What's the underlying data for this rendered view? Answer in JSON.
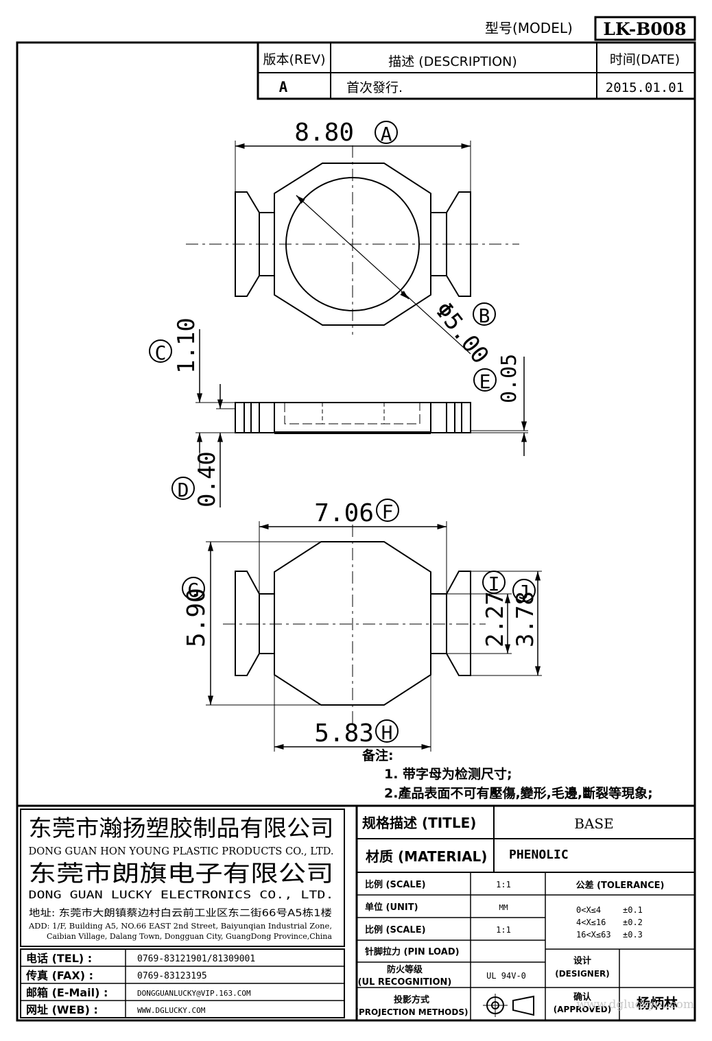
{
  "header": {
    "model_label": "型号(MODEL)",
    "model_value": "LK-B008",
    "rev_label": "版本(REV)",
    "desc_label": "描述 (DESCRIPTION)",
    "date_label": "时间(DATE)",
    "rev_value": "A",
    "desc_value": "首次發行.",
    "date_value": "2015.01.01"
  },
  "dimensions": {
    "a": {
      "value": "8.80",
      "tag": "A"
    },
    "b": {
      "value": "Φ5.00",
      "tag": "B"
    },
    "c": {
      "value": "1.10",
      "tag": "C"
    },
    "d": {
      "value": "0.40",
      "tag": "D"
    },
    "e": {
      "value": "0.05",
      "tag": "E"
    },
    "f": {
      "value": "7.06",
      "tag": "F"
    },
    "g": {
      "value": "5.90",
      "tag": "G"
    },
    "h": {
      "value": "5.83",
      "tag": "H"
    },
    "i": {
      "value": "2.27",
      "tag": "I"
    },
    "j": {
      "value": "3.78",
      "tag": "J"
    }
  },
  "notes": {
    "title": "备注:",
    "line1": "1. 带字母为检测尺寸;",
    "line2": "2.產品表面不可有壓傷,變形,毛邊,斷裂等現象;"
  },
  "company": {
    "name_cn_1": "东莞市瀚扬塑胶制品有限公司",
    "name_en_1": "DONG GUAN HON YOUNG PLASTIC PRODUCTS CO., LTD.",
    "name_cn_2": "东莞市朗旗电子有限公司",
    "name_en_2": "DONG GUAN LUCKY ELECTRONICS CO., LTD.",
    "addr_cn": "地址: 东莞市大朗镇蔡边村白云前工业区东二街66号A5栋1楼",
    "addr_en_1": "ADD: 1/F, Building A5, NO.66 EAST 2nd Street, Baiyunqian Industrial Zone,",
    "addr_en_2": "Caibian Village, Dalang Town, Dongguan City, GuangDong Province,China"
  },
  "contact": {
    "tel_label": "电话 (TEL) :",
    "tel_value": "0769-83121901/81309001",
    "fax_label": "传真 (FAX) :",
    "fax_value": "0769-83123195",
    "mail_label": "邮箱 (E-Mail) :",
    "mail_value": "DONGGUANLUCKY@VIP.163.COM",
    "web_label": "网址 (WEB) :",
    "web_value": "WWW.DGLUCKY.COM"
  },
  "spec": {
    "title_label": "规格描述 (TITLE)",
    "title_value": "BASE",
    "material_label": "材质 (MATERIAL)",
    "material_value": "PHENOLIC",
    "scale_label": "比例 (SCALE)",
    "scale_value": "1:1",
    "tolerance_label": "公差 (TOLERANCE)",
    "unit_label": "单位 (UNIT)",
    "unit_value": "MM",
    "scale2_label": "比例 (SCALE)",
    "scale2_value": "1:1",
    "tol_row1_range": "0<X≤4",
    "tol_row1_value": "±0.1",
    "tol_row2_range": "4<X≤16",
    "tol_row2_value": "±0.2",
    "tol_row3_range": "16<X≤63",
    "tol_row3_value": "±0.3",
    "pin_label": "针脚拉力 (PIN LOAD)",
    "fire_label_1": "防火等级",
    "fire_label_2": "(UL RECOGNITION)",
    "fire_value": "UL 94V-0",
    "designer_label_1": "设计",
    "designer_label_2": "(DESIGNER)",
    "proj_label_1": "投影方式",
    "proj_label_2": "(PROJECTION METHODS)",
    "approved_label_1": "确认",
    "approved_label_2": "(APPROVED)",
    "approved_value": "杨炳林",
    "watermark": "www.dgluckyol.com"
  }
}
